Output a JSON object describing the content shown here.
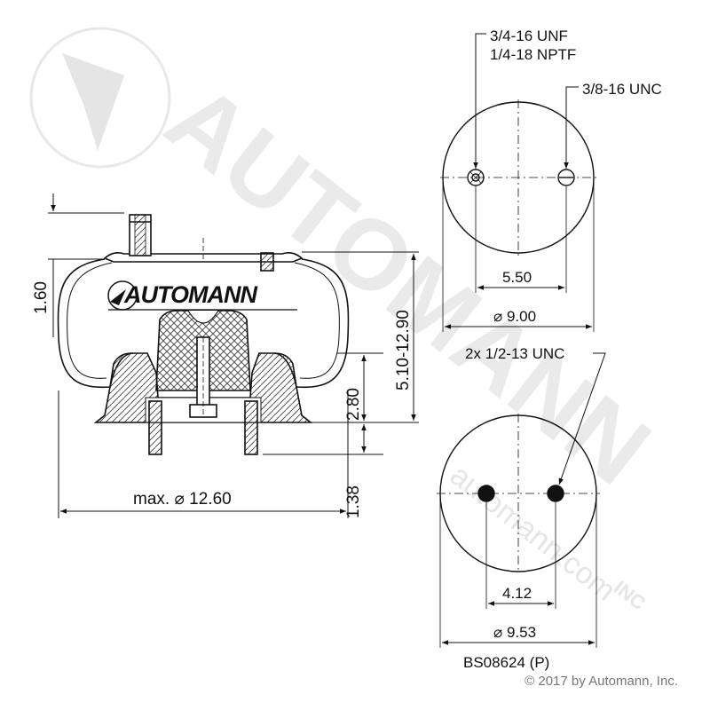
{
  "watermark": {
    "brand": "AUTOMANN",
    "suffix": "INC",
    "website": "automann.com",
    "watermark_color": "#d9d9d9"
  },
  "side_view": {
    "logo_text": "AUTOMANN",
    "dim_top_offset": "1.60",
    "dim_height_range": "5.10-12.90",
    "dim_piston_height": "2.80",
    "dim_stud_length": "1.38",
    "dim_max_diameter": "max. ⌀ 12.60"
  },
  "top_plate_view": {
    "port_label_line1": "3/4-16 UNF",
    "port_label_line2": "1/4-18 NPTF",
    "stud_label": "3/8-16 UNC",
    "dim_hole_spacing": "5.50",
    "dim_diameter": "⌀ 9.00"
  },
  "bottom_plate_view": {
    "stud_label": "2x 1/2-13 UNC",
    "dim_hole_spacing": "4.12",
    "dim_diameter": "⌀ 9.53"
  },
  "part_number": "BS08624 (P)",
  "copyright": "© 2017 by Automann, Inc.",
  "colors": {
    "line": "#111111",
    "hatch": "#444444",
    "text": "#111111"
  }
}
